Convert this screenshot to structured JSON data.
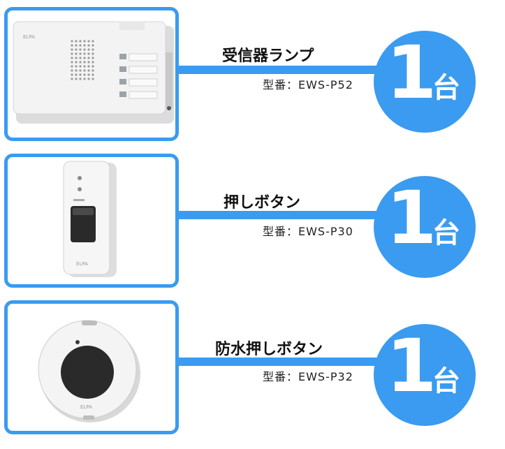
{
  "products": [
    {
      "name": "受信器ランプ",
      "model": "型番：EWS-P52",
      "quantity_number": "1",
      "quantity_unit": "台",
      "brand": "ELPA",
      "photo_icon": "receiver-lamp-icon"
    },
    {
      "name": "押しボタン",
      "model": "型番：EWS-P30",
      "quantity_number": "1",
      "quantity_unit": "台",
      "brand": "ELPA",
      "photo_icon": "push-button-icon"
    },
    {
      "name": "防水押しボタン",
      "model": "型番：EWS-P32",
      "quantity_number": "1",
      "quantity_unit": "台",
      "brand": "ELPA",
      "photo_icon": "waterproof-push-button-icon"
    }
  ],
  "colors": {
    "accent_blue": "#3a9bf0",
    "device_white": "#f2f2f2",
    "button_black": "#2a2a2a"
  }
}
